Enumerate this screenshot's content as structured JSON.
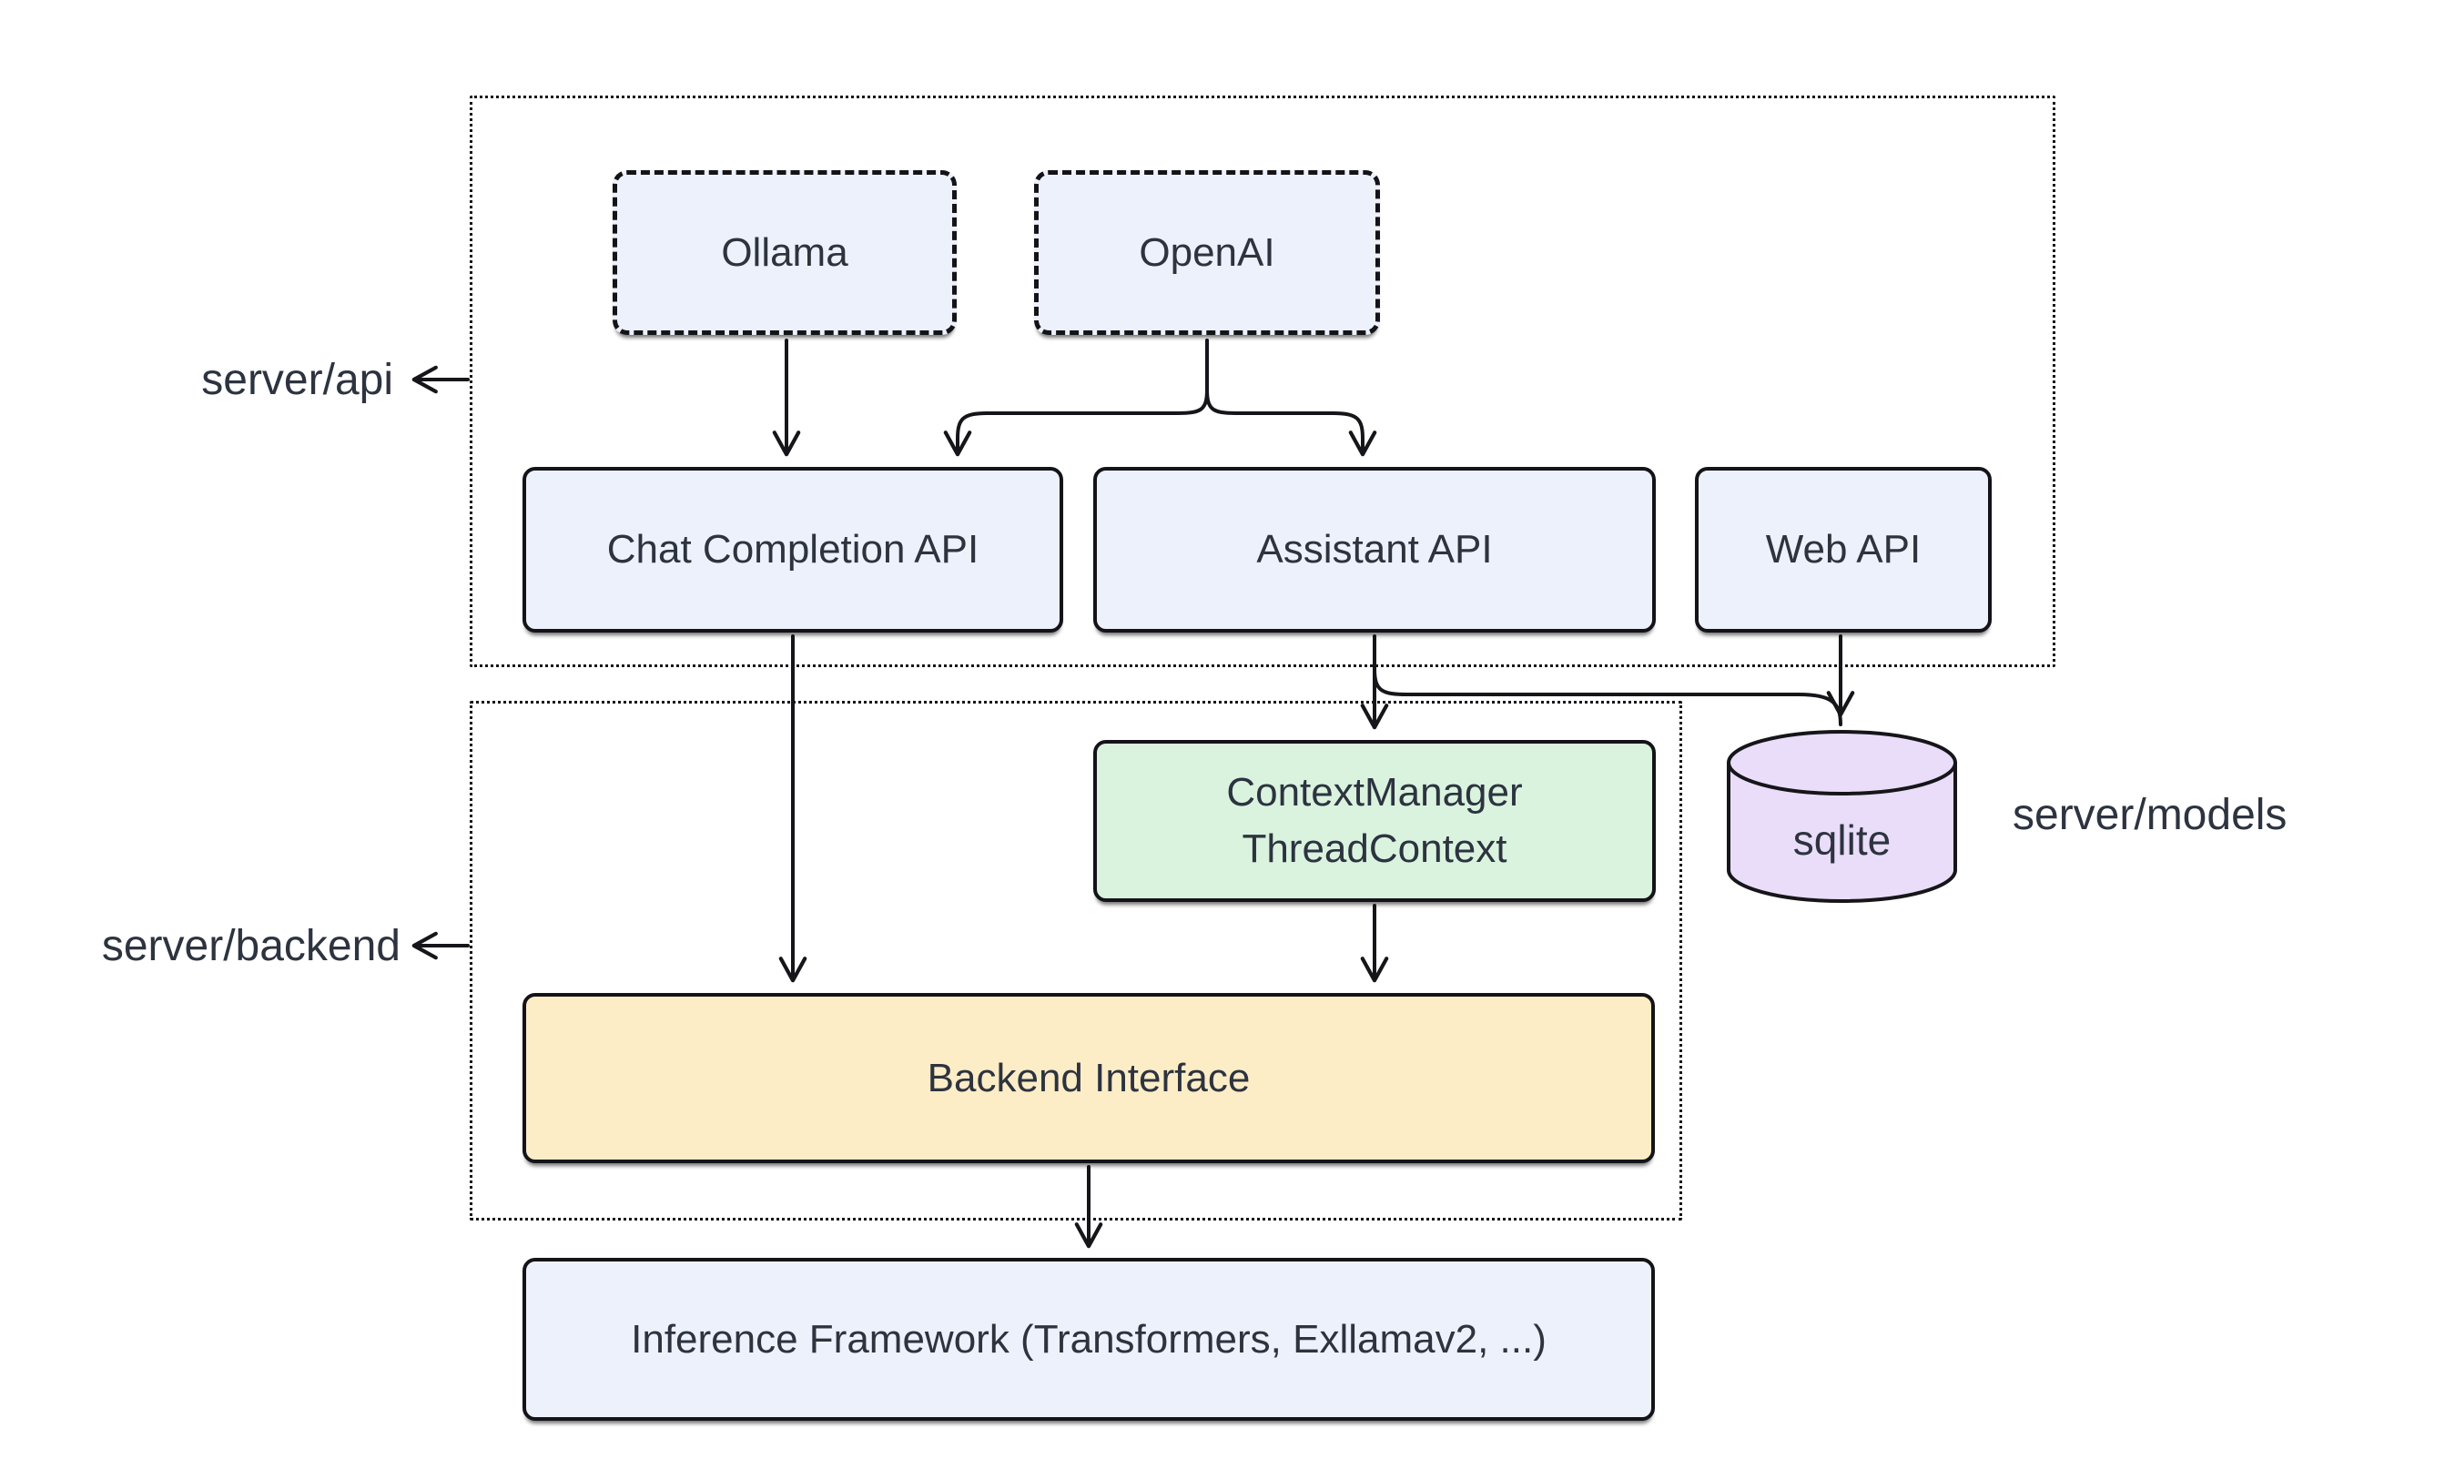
{
  "diagram": {
    "background": "#ffffff",
    "stroke_color": "#16161a",
    "text_color": "#2d333f",
    "fill_colors": {
      "blue": "#edf1fb",
      "green": "#d9f3df",
      "yellow": "#fdedc7",
      "purple": "#e9ddf9"
    },
    "containers": {
      "api": {
        "label": "server/api"
      },
      "backend": {
        "label": "server/backend"
      }
    },
    "side_labels": {
      "models": {
        "label": "server/models"
      }
    },
    "nodes": {
      "ollama": {
        "label": "Ollama"
      },
      "openai": {
        "label": "OpenAI"
      },
      "chat_completion_api": {
        "label": "Chat Completion API"
      },
      "assistant_api": {
        "label": "Assistant API"
      },
      "web_api": {
        "label": "Web API"
      },
      "context_manager": {
        "line1": "ContextManager",
        "line2": "ThreadContext"
      },
      "sqlite": {
        "label": "sqlite"
      },
      "backend_interface": {
        "label": "Backend Interface"
      },
      "inference_framework": {
        "label": "Inference Framework (Transformers, Exllamav2, ...)"
      }
    },
    "edges": [
      {
        "from": "Ollama",
        "to": "Chat Completion API"
      },
      {
        "from": "OpenAI",
        "to": "Chat Completion API"
      },
      {
        "from": "OpenAI",
        "to": "Assistant API"
      },
      {
        "from": "Chat Completion API",
        "to": "Backend Interface"
      },
      {
        "from": "Assistant API",
        "to": "ContextManager ThreadContext"
      },
      {
        "from": "Assistant API",
        "to": "sqlite"
      },
      {
        "from": "Web API",
        "to": "sqlite"
      },
      {
        "from": "ContextManager ThreadContext",
        "to": "Backend Interface"
      },
      {
        "from": "Backend Interface",
        "to": "Inference Framework (Transformers, Exllamav2, ...)"
      }
    ]
  }
}
